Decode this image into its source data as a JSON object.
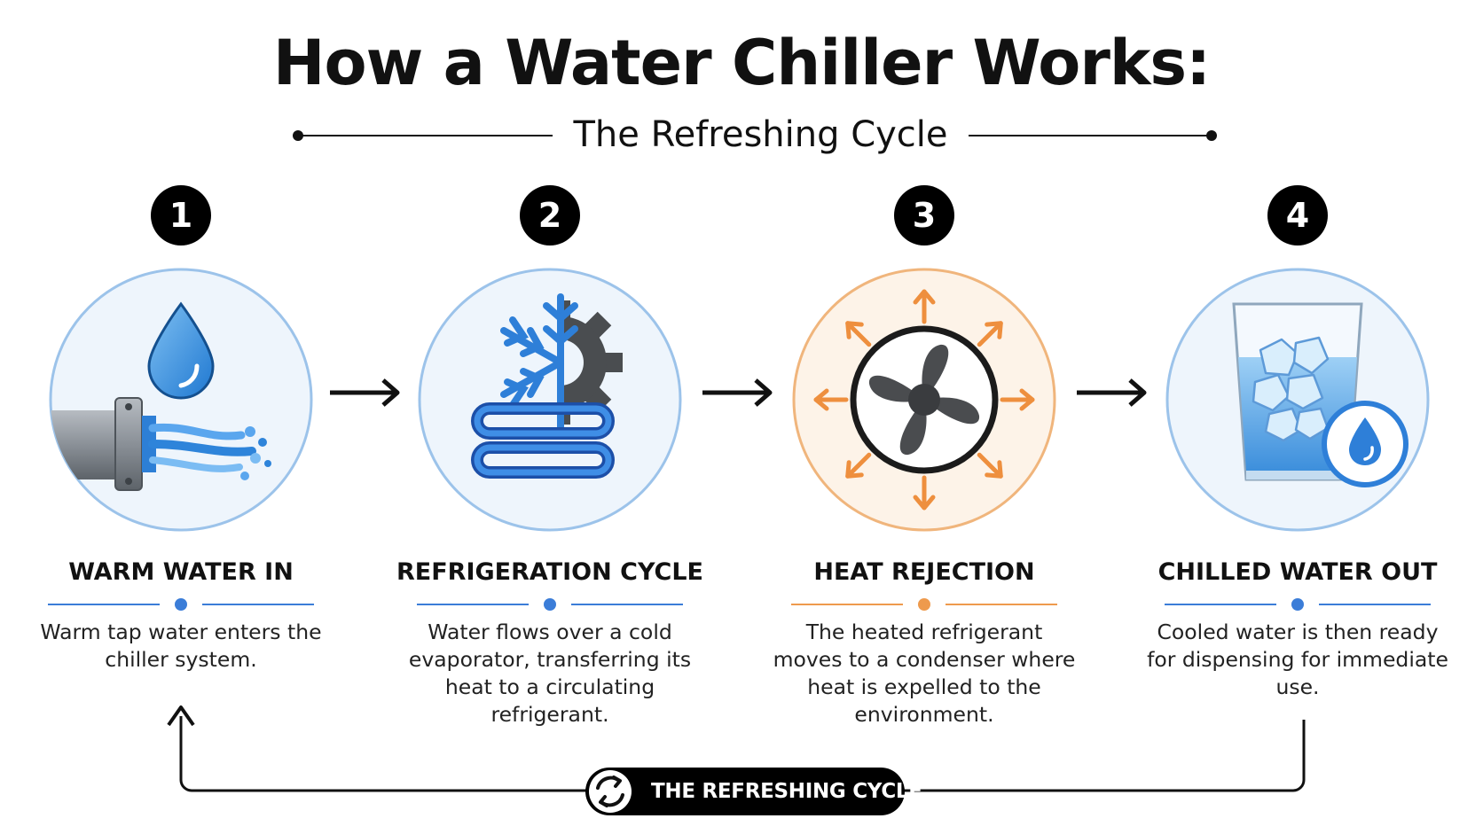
{
  "header": {
    "title": "How a Water Chiller Works:",
    "subtitle": "The Refreshing Cycle"
  },
  "steps": [
    {
      "number": "1",
      "title": "WARM WATER IN",
      "description": "Warm tap water enters the chiller system.",
      "icon": "water-pipe-icon",
      "accent": "#3b7dd8"
    },
    {
      "number": "2",
      "title": "REFRIGERATION CYCLE",
      "description": "Water flows over a cold evaporator, transferring its heat to a circulating refrigerant.",
      "icon": "snowflake-gear-coil-icon",
      "accent": "#3b7dd8"
    },
    {
      "number": "3",
      "title": "HEAT REJECTION",
      "description": "The heated refrigerant moves to a condenser where heat is expelled to the environment.",
      "icon": "fan-heat-icon",
      "accent": "#ee9a4d"
    },
    {
      "number": "4",
      "title": "CHILLED WATER OUT",
      "description": "Cooled water is then ready for dispensing for immediate use.",
      "icon": "ice-water-glass-icon",
      "accent": "#3b7dd8"
    }
  ],
  "cycle": {
    "label": "THE REFRESHING CYCLE",
    "icon": "cycle-arrows-icon"
  },
  "colors": {
    "blue": "#3b7dd8",
    "light_blue": "#eef5fc",
    "orange": "#ee9a4d",
    "light_orange": "#fdf3e8",
    "dark": "#111111"
  }
}
